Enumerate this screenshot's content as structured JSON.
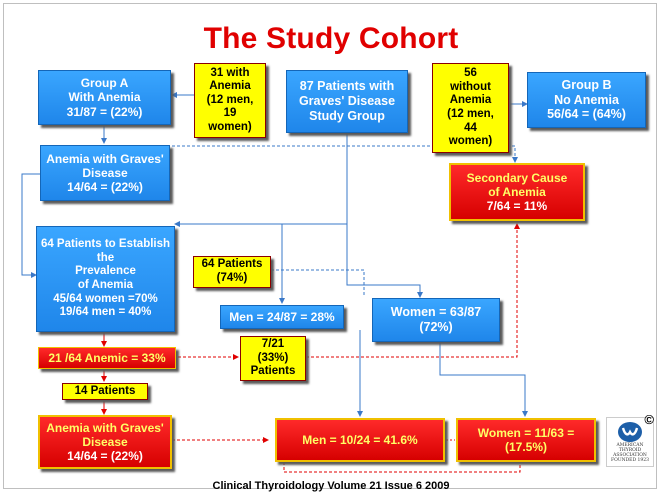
{
  "title": "The Study Cohort",
  "footer": "Clinical Thyroidology Volume 21 Issue 6 2009",
  "logo": {
    "copyright": "©",
    "lines": [
      "AMERICAN",
      "THYROID",
      "ASSOCIATION",
      "FOUNDED 1923"
    ]
  },
  "nodes": {
    "group_a": [
      "Group A",
      "With Anemia",
      "31/87 = (22%)"
    ],
    "with_anemia_count": [
      "31 with",
      "Anemia",
      "(12 men,",
      "19",
      "women)"
    ],
    "study_group": [
      "87 Patients with",
      "Graves' Disease",
      "Study Group"
    ],
    "without_anemia_count": [
      "56",
      "without",
      "Anemia",
      "(12 men,",
      "44",
      "women)"
    ],
    "group_b": [
      "Group B",
      "No Anemia",
      "56/64  = (64%)"
    ],
    "anemia_graves_top": [
      "Anemia with Graves'",
      "Disease",
      "14/64  = (22%)"
    ],
    "secondary_cause": [
      "Secondary Cause",
      "of Anemia",
      "7/64 = 11%"
    ],
    "prevalence": [
      "64 Patients to Establish",
      "the",
      "Prevalence",
      "of Anemia",
      "45/64 women =70%",
      "19/64 men  = 40%"
    ],
    "patients_64": [
      "64 Patients",
      "(74%)"
    ],
    "men_total": [
      "Men = 24/87 = 28%"
    ],
    "women_total": [
      "Women =  63/87",
      "(72%)"
    ],
    "anemic_21": [
      "21 /64 Anemic = 33%"
    ],
    "count_7_21": [
      "7/21",
      "(33%)",
      "Patients"
    ],
    "patients_14": [
      "14 Patients"
    ],
    "anemia_graves_bottom": [
      "Anemia with Graves'",
      "Disease",
      "14/64  = (22%)"
    ],
    "men_anemic": [
      "Men = 10/24 = 41.6%"
    ],
    "women_anemic": [
      "Women = 11/63 =",
      "(17.5%)"
    ]
  }
}
